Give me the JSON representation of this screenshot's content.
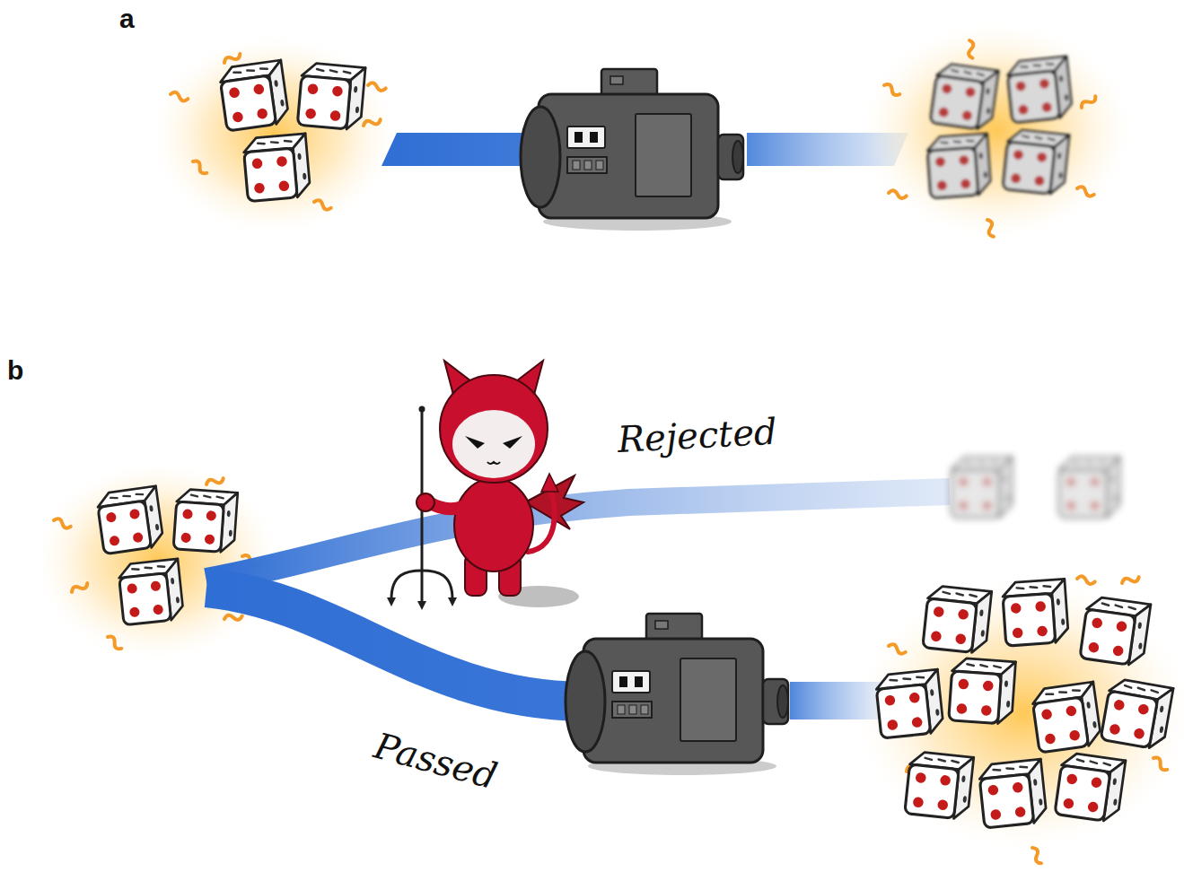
{
  "diagram": {
    "labels": [
      "a",
      "b",
      "Rejected",
      "Passed"
    ]
  }
}
